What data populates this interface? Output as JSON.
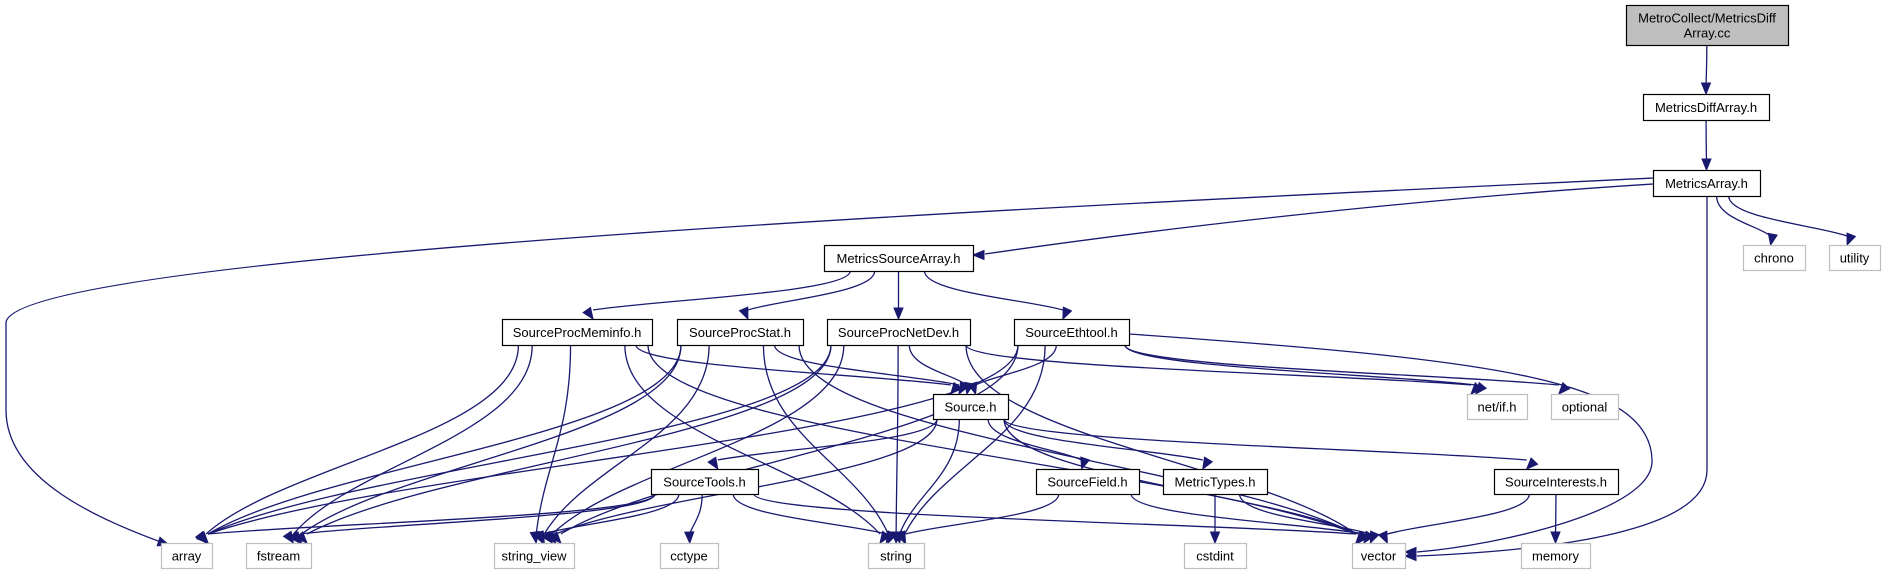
{
  "diagram": {
    "title": "Include dependency graph for MetroCollect/MetricsDiffArray.cc",
    "colors": {
      "edge": "#191970",
      "root_fill": "#bfbfbf",
      "local_border": "#000000",
      "system_border": "#bfbfbf"
    },
    "nodes": [
      {
        "id": "root",
        "label": [
          "MetroCollect/MetricsDiff",
          "Array.cc"
        ],
        "kind": "root"
      },
      {
        "id": "MetricsDiffArray",
        "label": [
          "MetricsDiffArray.h"
        ],
        "kind": "local"
      },
      {
        "id": "MetricsArray",
        "label": [
          "MetricsArray.h"
        ],
        "kind": "local"
      },
      {
        "id": "chrono",
        "label": [
          "chrono"
        ],
        "kind": "system"
      },
      {
        "id": "utility",
        "label": [
          "utility"
        ],
        "kind": "system"
      },
      {
        "id": "MetricsSourceArray",
        "label": [
          "MetricsSourceArray.h"
        ],
        "kind": "local"
      },
      {
        "id": "SourceProcMeminfo",
        "label": [
          "SourceProcMeminfo.h"
        ],
        "kind": "local"
      },
      {
        "id": "SourceProcStat",
        "label": [
          "SourceProcStat.h"
        ],
        "kind": "local"
      },
      {
        "id": "SourceProcNetDev",
        "label": [
          "SourceProcNetDev.h"
        ],
        "kind": "local"
      },
      {
        "id": "SourceEthtool",
        "label": [
          "SourceEthtool.h"
        ],
        "kind": "local"
      },
      {
        "id": "Source",
        "label": [
          "Source.h"
        ],
        "kind": "local"
      },
      {
        "id": "netif",
        "label": [
          "net/if.h"
        ],
        "kind": "system"
      },
      {
        "id": "optional",
        "label": [
          "optional"
        ],
        "kind": "system"
      },
      {
        "id": "SourceTools",
        "label": [
          "SourceTools.h"
        ],
        "kind": "local"
      },
      {
        "id": "SourceField",
        "label": [
          "SourceField.h"
        ],
        "kind": "local"
      },
      {
        "id": "MetricTypes",
        "label": [
          "MetricTypes.h"
        ],
        "kind": "local"
      },
      {
        "id": "SourceInterests",
        "label": [
          "SourceInterests.h"
        ],
        "kind": "local"
      },
      {
        "id": "array",
        "label": [
          "array"
        ],
        "kind": "system"
      },
      {
        "id": "fstream",
        "label": [
          "fstream"
        ],
        "kind": "system"
      },
      {
        "id": "string_view",
        "label": [
          "string_view"
        ],
        "kind": "system"
      },
      {
        "id": "cctype",
        "label": [
          "cctype"
        ],
        "kind": "system"
      },
      {
        "id": "string",
        "label": [
          "string"
        ],
        "kind": "system"
      },
      {
        "id": "cstdint",
        "label": [
          "cstdint"
        ],
        "kind": "system"
      },
      {
        "id": "vector",
        "label": [
          "vector"
        ],
        "kind": "system"
      },
      {
        "id": "memory",
        "label": [
          "memory"
        ],
        "kind": "system"
      }
    ],
    "edges": [
      [
        "root",
        "MetricsDiffArray"
      ],
      [
        "MetricsDiffArray",
        "MetricsArray"
      ],
      [
        "MetricsArray",
        "array"
      ],
      [
        "MetricsArray",
        "MetricsSourceArray"
      ],
      [
        "MetricsArray",
        "chrono"
      ],
      [
        "MetricsArray",
        "utility"
      ],
      [
        "MetricsArray",
        "vector"
      ],
      [
        "MetricsSourceArray",
        "SourceProcMeminfo"
      ],
      [
        "MetricsSourceArray",
        "SourceProcStat"
      ],
      [
        "MetricsSourceArray",
        "SourceProcNetDev"
      ],
      [
        "MetricsSourceArray",
        "SourceEthtool"
      ],
      [
        "SourceProcMeminfo",
        "array"
      ],
      [
        "SourceProcMeminfo",
        "fstream"
      ],
      [
        "SourceProcMeminfo",
        "string_view"
      ],
      [
        "SourceProcMeminfo",
        "string"
      ],
      [
        "SourceProcMeminfo",
        "Source"
      ],
      [
        "SourceProcMeminfo",
        "vector"
      ],
      [
        "SourceProcStat",
        "array"
      ],
      [
        "SourceProcStat",
        "fstream"
      ],
      [
        "SourceProcStat",
        "string_view"
      ],
      [
        "SourceProcStat",
        "string"
      ],
      [
        "SourceProcStat",
        "Source"
      ],
      [
        "SourceProcStat",
        "vector"
      ],
      [
        "SourceProcNetDev",
        "array"
      ],
      [
        "SourceProcNetDev",
        "fstream"
      ],
      [
        "SourceProcNetDev",
        "string_view"
      ],
      [
        "SourceProcNetDev",
        "string"
      ],
      [
        "SourceProcNetDev",
        "Source"
      ],
      [
        "SourceProcNetDev",
        "vector"
      ],
      [
        "SourceProcNetDev",
        "netif"
      ],
      [
        "SourceEthtool",
        "array"
      ],
      [
        "SourceEthtool",
        "string_view"
      ],
      [
        "SourceEthtool",
        "string"
      ],
      [
        "SourceEthtool",
        "Source"
      ],
      [
        "SourceEthtool",
        "vector"
      ],
      [
        "SourceEthtool",
        "netif"
      ],
      [
        "SourceEthtool",
        "optional"
      ],
      [
        "Source",
        "SourceTools"
      ],
      [
        "Source",
        "string_view"
      ],
      [
        "Source",
        "string"
      ],
      [
        "Source",
        "SourceField"
      ],
      [
        "Source",
        "MetricTypes"
      ],
      [
        "Source",
        "SourceInterests"
      ],
      [
        "Source",
        "vector"
      ],
      [
        "SourceTools",
        "array"
      ],
      [
        "SourceTools",
        "fstream"
      ],
      [
        "SourceTools",
        "string_view"
      ],
      [
        "SourceTools",
        "cctype"
      ],
      [
        "SourceTools",
        "string"
      ],
      [
        "SourceTools",
        "vector"
      ],
      [
        "SourceField",
        "string"
      ],
      [
        "SourceField",
        "vector"
      ],
      [
        "MetricTypes",
        "cstdint"
      ],
      [
        "MetricTypes",
        "vector"
      ],
      [
        "SourceInterests",
        "vector"
      ],
      [
        "SourceInterests",
        "memory"
      ]
    ]
  }
}
